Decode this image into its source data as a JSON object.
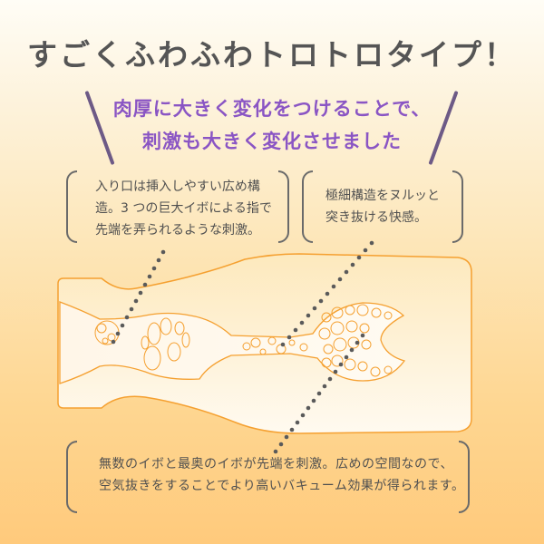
{
  "header": {
    "title": "すごくふわふわトロトロタイプ！"
  },
  "subtitle": {
    "line1": "肉厚に大きく変化をつけることで、",
    "line2": "刺激も大きく変化させました"
  },
  "callouts": [
    {
      "id": "entrance",
      "lines": [
        "入り口は挿入しやすい広め構",
        "造。3 つの巨大イボによる指で",
        "先端を弄られるような刺激。"
      ]
    },
    {
      "id": "middle",
      "lines": [
        "極細構造をヌルッと",
        "突き抜ける快感。"
      ]
    },
    {
      "id": "inner",
      "lines": [
        "無数のイボと最奥のイボが先端を刺激。広めの空間なので、",
        "空気抜きをすることでより高いバキューム効果が得られます。"
      ]
    }
  ],
  "colors": {
    "title": "#555555",
    "subtitle": "#8a55c4",
    "slash": "#6d5a86",
    "outline": "#f5a030",
    "dots": "#5a5a5a",
    "bg_top": "#fffdf6",
    "bg_bottom": "#ffca7c"
  },
  "icons": {
    "leader_dots": "dotted-leader-line",
    "diagram": "product-cross-section"
  }
}
